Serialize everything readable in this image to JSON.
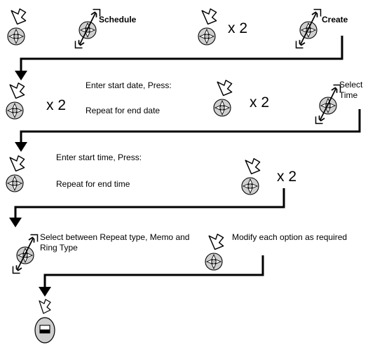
{
  "flow": {
    "row1": {
      "schedule": "Schedule",
      "times_a": "x 2",
      "create": "Create"
    },
    "row2": {
      "times_a": "x 2",
      "enter_start_date": "Enter start date, Press:",
      "times_b": "x 2",
      "repeat_end_date": "Repeat for end date",
      "select_time": "Select Time"
    },
    "row3": {
      "enter_start_time": "Enter start time, Press:",
      "times": "x 2",
      "repeat_end_time": "Repeat for end time"
    },
    "row4": {
      "select_options": "Select between Repeat type, Memo and Ring Type",
      "modify_options": "Modify each option as required"
    }
  },
  "icons": {
    "center_press": "navigation-key-center-press-icon",
    "up_down": "navigation-key-up-down-icon",
    "softkey": "softkey-press-icon"
  }
}
